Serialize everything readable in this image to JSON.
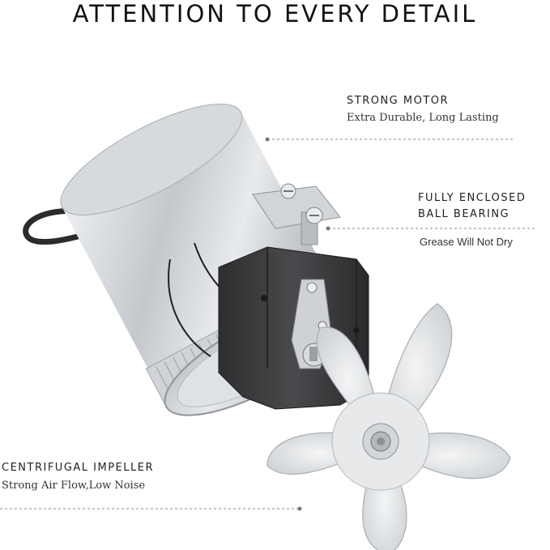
{
  "headline": "ATTENTION TO EVERY DETAIL",
  "callouts": [
    {
      "title": "STRONG MOTOR",
      "subtitle": "Extra Durable, Long Lasting"
    },
    {
      "title_line1": "FULLY ENCLOSED",
      "title_line2": "BALL BEARING",
      "subtitle": "Grease Will Not Dry"
    },
    {
      "title": "CENTRIFUGAL IMPELLER",
      "subtitle": "Strong Air Flow,Low Noise"
    }
  ],
  "colors": {
    "text": "#222222",
    "metal": "#c9cdd2",
    "motor": "#3c3c3e",
    "blade": "#e2e5e7",
    "leader": "#888888"
  }
}
